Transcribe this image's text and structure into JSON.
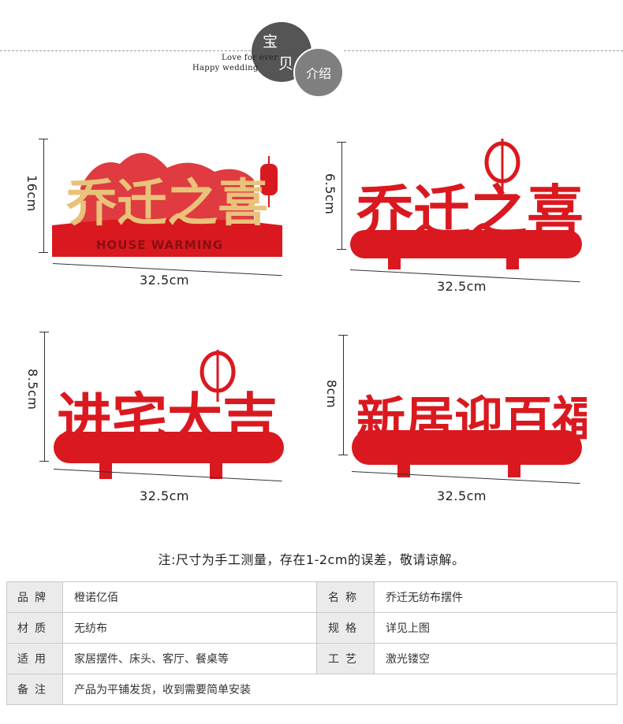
{
  "header": {
    "circle_main": "宝",
    "circle_main_2": "贝",
    "circle_small": "介绍",
    "eng_line1": "Love for ever",
    "eng_line2": "Happy wedding"
  },
  "products": [
    {
      "main_text": "乔迁之喜",
      "band_text": "HOUSE WARMING",
      "height_label": "16cm",
      "width_label": "32.5cm"
    },
    {
      "main_text": "乔迁之喜",
      "height_label": "6.5cm",
      "width_label": "32.5cm"
    },
    {
      "main_text": "进宅大吉",
      "height_label": "8.5cm",
      "width_label": "32.5cm"
    },
    {
      "main_text": "新居迎百福",
      "height_label": "8cm",
      "width_label": "32.5cm"
    }
  ],
  "note": "注:尺寸为手工测量，存在1-2cm的误差，敬请谅解。",
  "specs": {
    "brand_label": "品牌",
    "brand_value": "橙诺亿佰",
    "name_label": "名称",
    "name_value": "乔迁无纺布摆件",
    "material_label": "材质",
    "material_value": "无纺布",
    "size_label": "规格",
    "size_value": "详见上图",
    "use_label": "适用",
    "use_value": "家居摆件、床头、客厅、餐桌等",
    "craft_label": "工艺",
    "craft_value": "激光镂空",
    "remark_label": "备注",
    "remark_value": "产品为平铺发货，收到需要简单安装"
  },
  "colors": {
    "product_red": "#d9191f",
    "product_gold": "#e9c27a",
    "label_bg": "#ebebeb"
  }
}
